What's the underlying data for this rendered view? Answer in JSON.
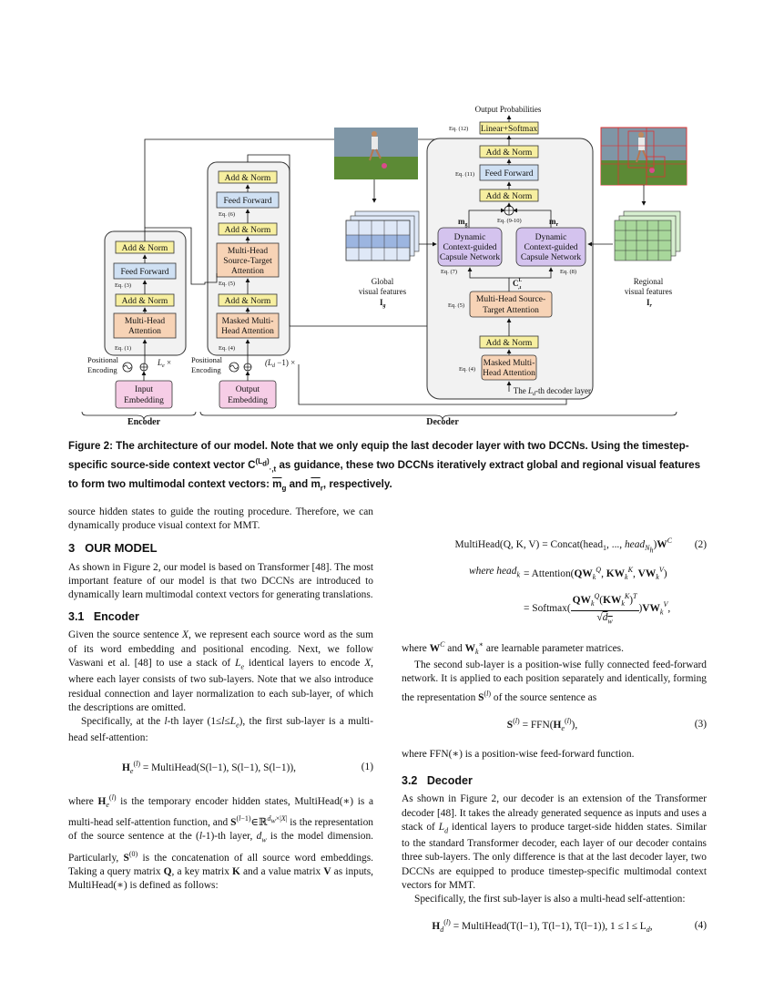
{
  "figure": {
    "output_probabilities": "Output Probabilities",
    "linear_softmax": "Linear+Softmax",
    "add_norm": "Add & Norm",
    "feed_forward": "Feed Forward",
    "multi_head_attention_1": "Multi-Head",
    "multi_head_attention_2": "Attention",
    "mhsta_1": "Multi-Head",
    "mhsta_2": "Source-Target",
    "mhsta_3": "Attention",
    "masked_1": "Masked Multi-",
    "masked_2": "Head Attention",
    "dec_mhsta_1": "Multi-Head Source-",
    "dec_mhsta_2": "Target Attention",
    "dcgcn_1": "Dynamic",
    "dcgcn_2": "Context-guided",
    "dcgcn_3": "Capsule Network",
    "input_emb_1": "Input",
    "input_emb_2": "Embedding",
    "output_emb_1": "Output",
    "output_emb_2": "Embedding",
    "pos_enc_1": "Positional",
    "pos_enc_2": "Encoding",
    "le_times": "L",
    "le_sub": "e",
    "ld_times": "(L",
    "ld_sub": "d",
    "ld_rest": " −1) ×",
    "global_1": "Global",
    "global_2": "visual  features",
    "global_3": "I",
    "global_3_sub": "g",
    "regional_1": "Regional",
    "regional_2": "visual  features",
    "regional_3": "I",
    "regional_3_sub": "r",
    "decoder_layer_1": "The ",
    "decoder_layer_2": "L",
    "decoder_layer_3": "d",
    "decoder_layer_4": "-th  decoder layer",
    "encoder_label": "Encoder",
    "decoder_label": "Decoder",
    "eq12": "Eq. (12)",
    "eq11": "Eq. (11)",
    "eq910": "Eq. (9-10)",
    "eq7": "Eq. (7)",
    "eq8": "Eq. (8)",
    "eq5": "Eq. (5)",
    "eq4": "Eq. (4)",
    "eq3": "Eq. (3)",
    "eq1": "Eq. (1)",
    "eq6": "Eq. (6)",
    "mg": "m",
    "mg_sub": "g",
    "mr": "m",
    "mr_sub": "r",
    "ct": "C",
    "ct_sup": "L",
    "ct_sub": ",t"
  },
  "colors": {
    "yellow": "#f7efa0",
    "blue": "#cfe0f3",
    "orange": "#f7d3b6",
    "pink": "#f6cde6",
    "purple": "#d4c3ee",
    "panel": "#f2f2f2",
    "grid_blue": "#9cb5e0",
    "grid_green": "#a8d79b",
    "grass": "#5c8a35",
    "sky": "#7f96a6"
  },
  "caption": {
    "p1": "Figure 2: The architecture of our model. Note that we only equip the last decoder layer with two DCCNs. Using the timestep-specific source-side context vector ",
    "c": "C",
    "c_sup": "(L",
    "c_sup2": "d",
    "c_sup3": ")",
    "c_sub": "·,t",
    "p2": " as guidance, these two DCCNs iteratively extract global and regional visual features to form two multimodal context vectors: ",
    "mg": "m",
    "mg_sub": "g",
    "and": " and ",
    "mr": "m",
    "mr_sub": "r",
    "end": ", respectively."
  },
  "left": {
    "p0": "source hidden states to guide the routing procedure. Therefore, we can dynamically produce visual context for MMT.",
    "sec3_num": "3",
    "sec3_title": "OUR MODEL",
    "p1": "As shown in Figure 2, our model is based on Transformer [48]. The most important feature of our model is that two DCCNs are introduced to dynamically learn multimodal context vectors for generating translations.",
    "sub31_num": "3.1",
    "sub31_title": "Encoder",
    "p2a": "Given the source sentence ",
    "p2X": "X",
    "p2b": ", we represent each source word as the sum of its word embedding and positional encoding. Next, we follow Vaswani et al. [48] to use a stack of ",
    "p2L": "L",
    "p2Le": "e",
    "p2c": " identical layers to encode ",
    "p2d": ", where each layer consists of two sub-layers. Note that we also introduce residual connection and layer normalization to each sub-layer, of which the descriptions are omitted.",
    "p3a": "Specifically, at the ",
    "p3l": "l",
    "p3b": "-th layer (1≤",
    "p3c": "≤",
    "p3d": "), the first sub-layer is a multi-head self-attention:",
    "eq1_body": "= MultiHead(S(l−1), S(l−1), S(l−1)),",
    "eq1_num": "(1)",
    "p4a": "where ",
    "p4b": " is the temporary encoder hidden states, MultiHead(∗) is a multi-head self-attention function, and ",
    "p4c": "∈ℝ",
    "p4d": " is the representation of the source sentence at the (",
    "p4e": "-1)-th layer, ",
    "p4f": "d",
    "p4fs": "w",
    "p4g": " is the model dimension. Particularly, ",
    "p4h": " is the concatenation of all source word embeddings. Taking a query matrix ",
    "p4Q": "Q",
    "p4i": ", a key matrix ",
    "p4K": "K",
    "p4j": " and a value matrix ",
    "p4V": "V",
    "p4k": " as inputs, MultiHead(∗) is defined as follows:"
  },
  "right": {
    "eq2_num": "(2)",
    "eq2_l1": "MultiHead(Q, K, V) = Concat(head",
    "eq2_where": "where head",
    "eq2_attn": "= Attention(",
    "eq2_soft": "= Softmax(",
    "p1a": "where ",
    "p1b": " and ",
    "p1c": " are learnable parameter matrices.",
    "p2": "The second sub-layer is a position-wise fully connected feed-forward network. It is applied to each position separately and identically, forming the representation ",
    "p2b": " of the source sentence as",
    "eq3_body": "= FFN(",
    "eq3_num": "(3)",
    "p3": "where FFN(∗) is a position-wise feed-forward function.",
    "sub32_num": "3.2",
    "sub32_title": "Decoder",
    "p4a": "As shown in Figure 2, our decoder is an extension of the Transformer decoder [48]. It takes the already generated sequence as inputs and uses a stack of ",
    "p4b": " identical layers to produce target-side hidden states. Similar to the standard Transformer decoder, each layer of our decoder contains three sub-layers. The only difference is that at the last decoder layer, two DCCNs are equipped to produce timestep-specific multimodal context vectors for MMT.",
    "p5": "Specifically, the first sub-layer is also a multi-head self-attention:",
    "eq4_body": "= MultiHead(T(l−1), T(l−1), T(l−1)), 1 ≤ l ≤ L",
    "eq4_num": "(4)"
  }
}
